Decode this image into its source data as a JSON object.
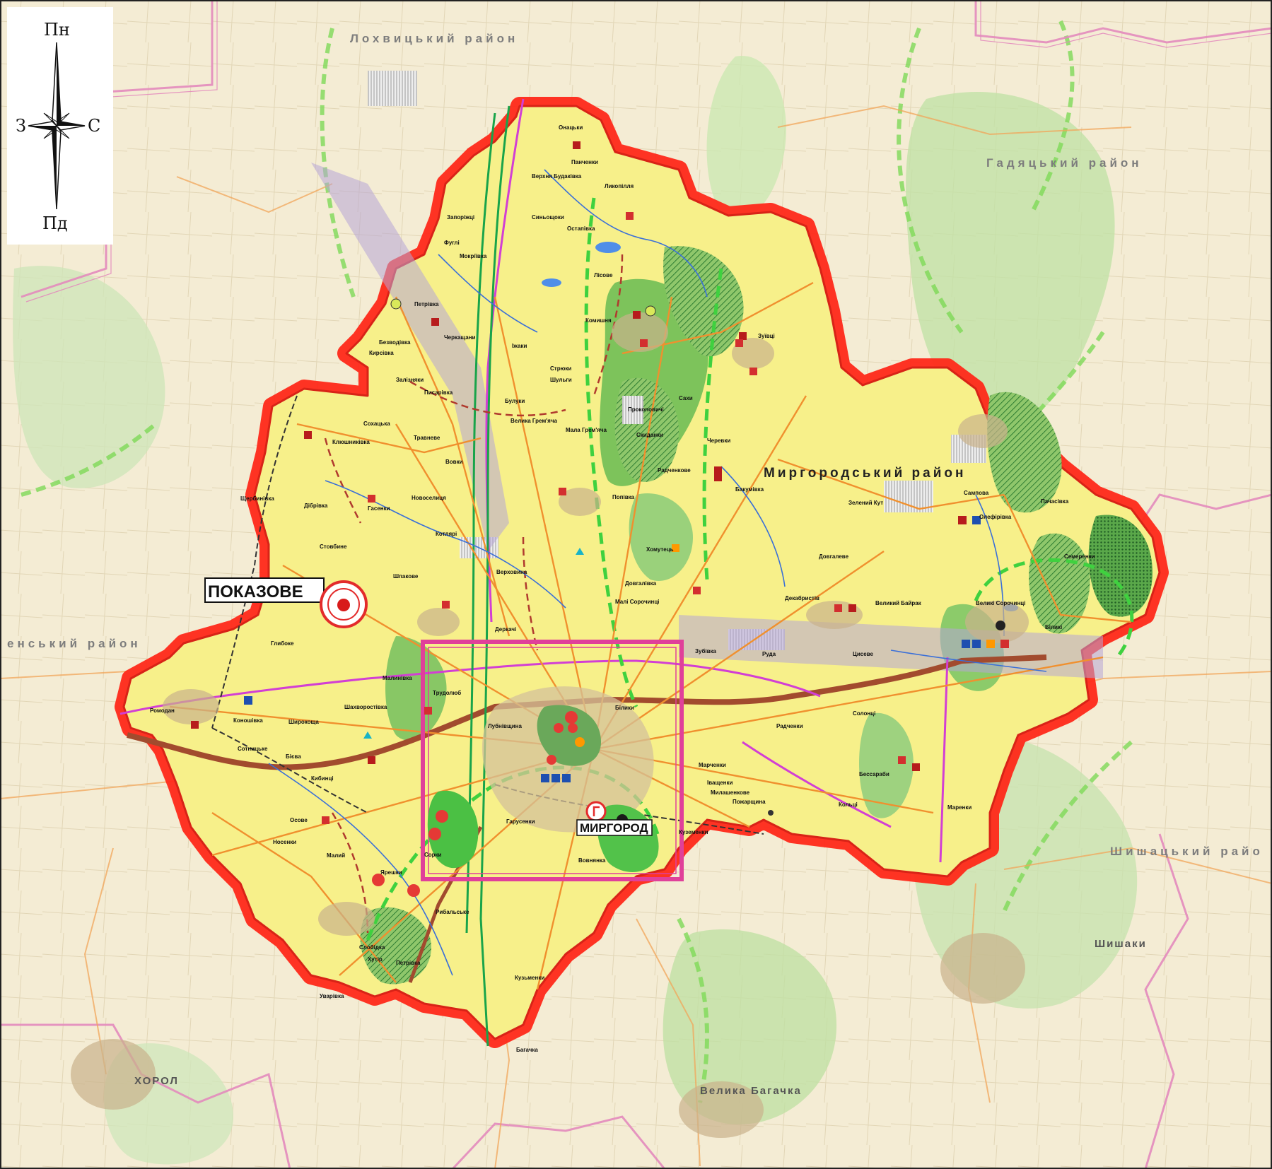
{
  "compass": {
    "north": "Пн",
    "south": "Пд",
    "west": "З",
    "east": "С"
  },
  "districts": {
    "lokhvytskyi": "Лохвицький район",
    "hadiatskyi": "Гадяцький район",
    "myrhorodskyi": "Миргородський район",
    "shyshatskyi": "Шишацький райо",
    "west_partial": "енський район"
  },
  "towns": {
    "khorol": "ХОРОЛ",
    "velyka_bahachka": "Велика Багачка",
    "shyshaky": "Шишаки"
  },
  "callout": {
    "label": "ПОКАЗОВЕ"
  },
  "city": {
    "label": "МИРГОРОД"
  },
  "places": {
    "onatsky": "Онацьки",
    "panchenky": "Панченки",
    "verkhni_budyshcha": "Верхня Будаківка",
    "lykopillia": "Ликопілля",
    "zaporizhtsi": "Запоріжці",
    "synyohushchi": "Синьощоки",
    "ostapivka": "Остапівка",
    "fuhli": "Фуглі",
    "mokriivka": "Мокріївка",
    "lisove": "Лісове",
    "petrivka": "Петрівка",
    "bezvodivka": "Безводівка",
    "kyrsivka": "Кирсівка",
    "cherkashchany": "Черкащани",
    "izhaky": "Іжаки",
    "komyshnia": "Комишня",
    "zuivtsi": "Зуївці",
    "zalizniaky": "Залізняки",
    "pysarivka": "Писарівка",
    "stryuky": "Стрюки",
    "shulhy": "Шульги",
    "bulyky": "Булуки",
    "velyka_hremiacha": "Велика Грем'яча",
    "mala_hremiacha": "Мала Грем'яча",
    "prokopovychi": "Прокоповичі",
    "sahy": "Сахи",
    "skydanky": "Скиданки",
    "cherevky": "Черевки",
    "sokhatska": "Сохацька",
    "kliushnykivka": "Клюшниківка",
    "travneve": "Травневе",
    "vovky": "Вовки",
    "popivka": "Попівка",
    "radchenkove": "Радченкове",
    "bakumivka": "Бакумівка",
    "zelenyi_kut": "Зелений Кут",
    "sambova": "Сампова",
    "pachasivka": "Пачасівка",
    "olefirivka": "Олефірівка",
    "semerenky": "Семеренки",
    "shcherbynivka": "Щербинівка",
    "dibrivka": "Дібрівка",
    "hasenky": "Гасенки",
    "novoselytsia": "Новоселиця",
    "kotliari": "Котлярі",
    "verkhovyna": "Верховина",
    "khomutets": "Хомутець",
    "dovhalivka": "Довгалівка",
    "dovhaleve": "Довгалеве",
    "stovbyne": "Стовбине",
    "shpakove": "Шпакове",
    "mali_sorochyntsi": "Малі Сорочинці",
    "dekabrystiv": "Декабристів",
    "velykyi_bairak": "Великий Байрак",
    "velyki_sorochyntsi": "Великі Сорочинці",
    "derkachi": "Деркачі",
    "hlyboke": "Глибоке",
    "zubivka": "Зубівка",
    "ruda": "Руда",
    "tsyseve": "Цисеве",
    "malynivka": "Малинівка",
    "trudoliubivka": "Трудолюб",
    "romodan": "Ромодан",
    "konoshivka": "Коношівка",
    "shakhvorostivka": "Шахворостівка",
    "shyrokoshcha": "Широкоща",
    "sotnytske": "Сотницьке",
    "bisivka": "Бієва",
    "kybyntsi": "Кибинці",
    "lubnivshchyna": "Лубнівщина",
    "belyky": "Білики",
    "radchenky": "Радченки",
    "solontsi": "Солонці",
    "marchenky": "Марченки",
    "ivashchenky": "Іващенки",
    "milashenkove": "Милашенкове",
    "poharshchyna": "Пожарщина",
    "bessaraby": "Бессараби",
    "koltsi": "Кольці",
    "marenky": "Маренки",
    "kuzemenky": "Куземенки",
    "osove": "Осове",
    "nosenky": "Носенки",
    "malyi": "Малий",
    "yareshky": "Ярешки",
    "rybalske": "Рибальське",
    "slobidka": "Слобідка",
    "khutir": "Хутір",
    "petrivka_2": "Петрівка",
    "uvarivka": "Уварівка",
    "vovnianka": "Вовнянка",
    "hartsiusky": "Гарусенки",
    "kuzmenky": "Кузьменки",
    "bahachka": "Багачка",
    "sryky": "Сорки",
    "bilyky_2": "Біликі"
  }
}
